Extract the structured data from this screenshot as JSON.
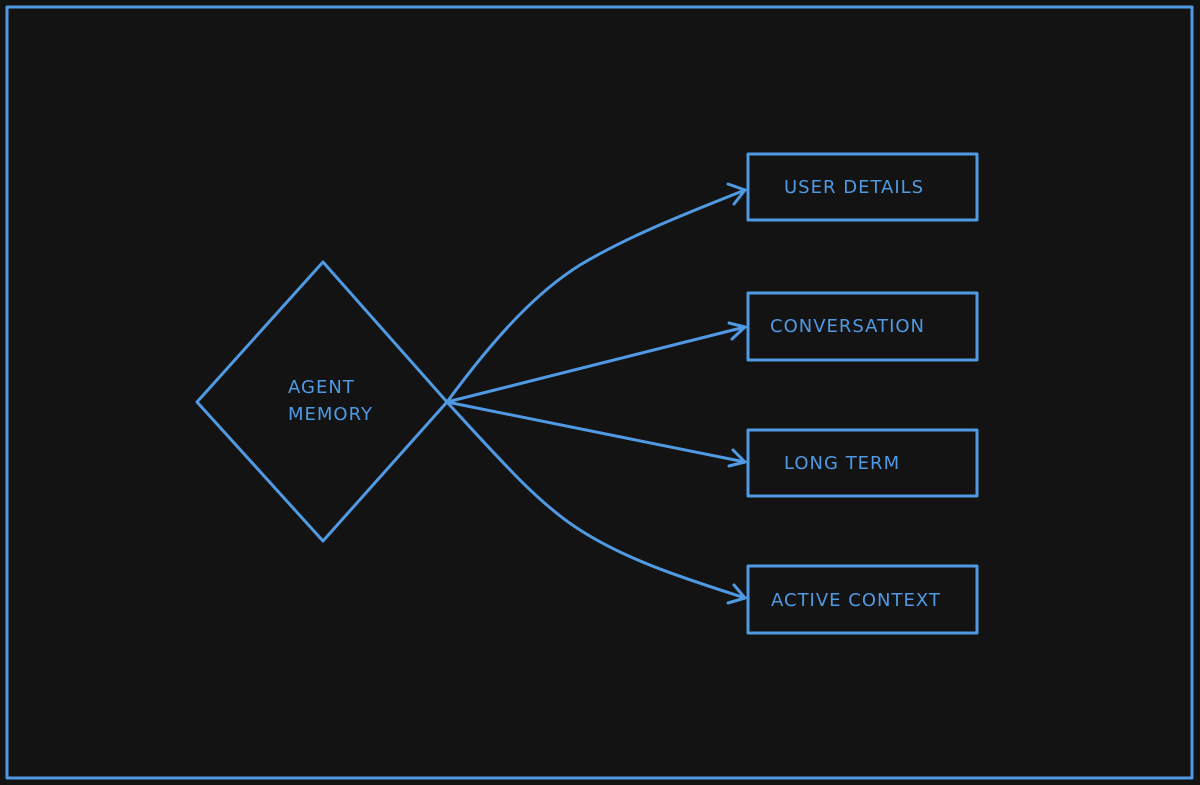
{
  "colors": {
    "background": "#131313",
    "stroke": "#4f9ae3",
    "text": "#4f9ae3"
  },
  "diagram": {
    "center": {
      "line1": "AGENT",
      "line2": "MEMORY"
    },
    "nodes": [
      {
        "label": "USER DETAILS"
      },
      {
        "label": "CONVERSATION"
      },
      {
        "label": "LONG TERM"
      },
      {
        "label": "ACTIVE CONTEXT"
      }
    ]
  }
}
